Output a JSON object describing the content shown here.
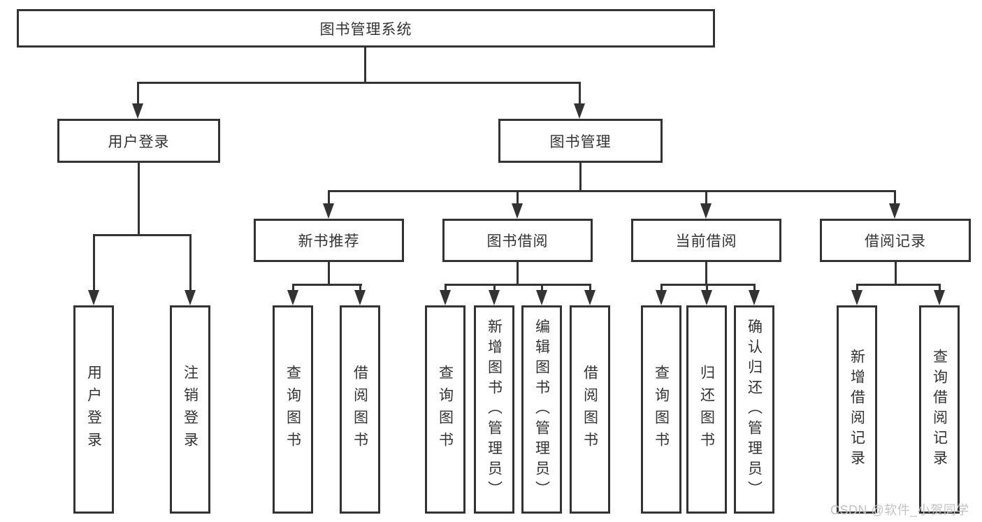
{
  "title": "图书管理系统",
  "watermark": {
    "text": "CSDN @软件_小贺同学"
  },
  "colors": {
    "background": "#ffffff",
    "line": "#333333",
    "box_border": "#333333",
    "text": "#333333",
    "watermark": "#c3c3c3"
  },
  "tree": {
    "root": {
      "label": "图书管理系统"
    },
    "branches": [
      {
        "label": "用户登录",
        "children": [
          {
            "label": "用户登录"
          },
          {
            "label": "注销登录"
          }
        ]
      },
      {
        "label": "图书管理",
        "children": [
          {
            "label": "新书推荐",
            "children": [
              {
                "label": "查询图书"
              },
              {
                "label": "借阅图书"
              }
            ]
          },
          {
            "label": "图书借阅",
            "children": [
              {
                "label": "查询图书"
              },
              {
                "label": "新增图书（管理员）"
              },
              {
                "label": "编辑图书（管理员）"
              },
              {
                "label": "借阅图书"
              }
            ]
          },
          {
            "label": "当前借阅",
            "children": [
              {
                "label": "查询图书"
              },
              {
                "label": "归还图书"
              },
              {
                "label": "确认归还（管理员）"
              }
            ]
          },
          {
            "label": "借阅记录",
            "children": [
              {
                "label": "新增借阅记录"
              },
              {
                "label": "查询借阅记录"
              }
            ]
          }
        ]
      }
    ]
  }
}
